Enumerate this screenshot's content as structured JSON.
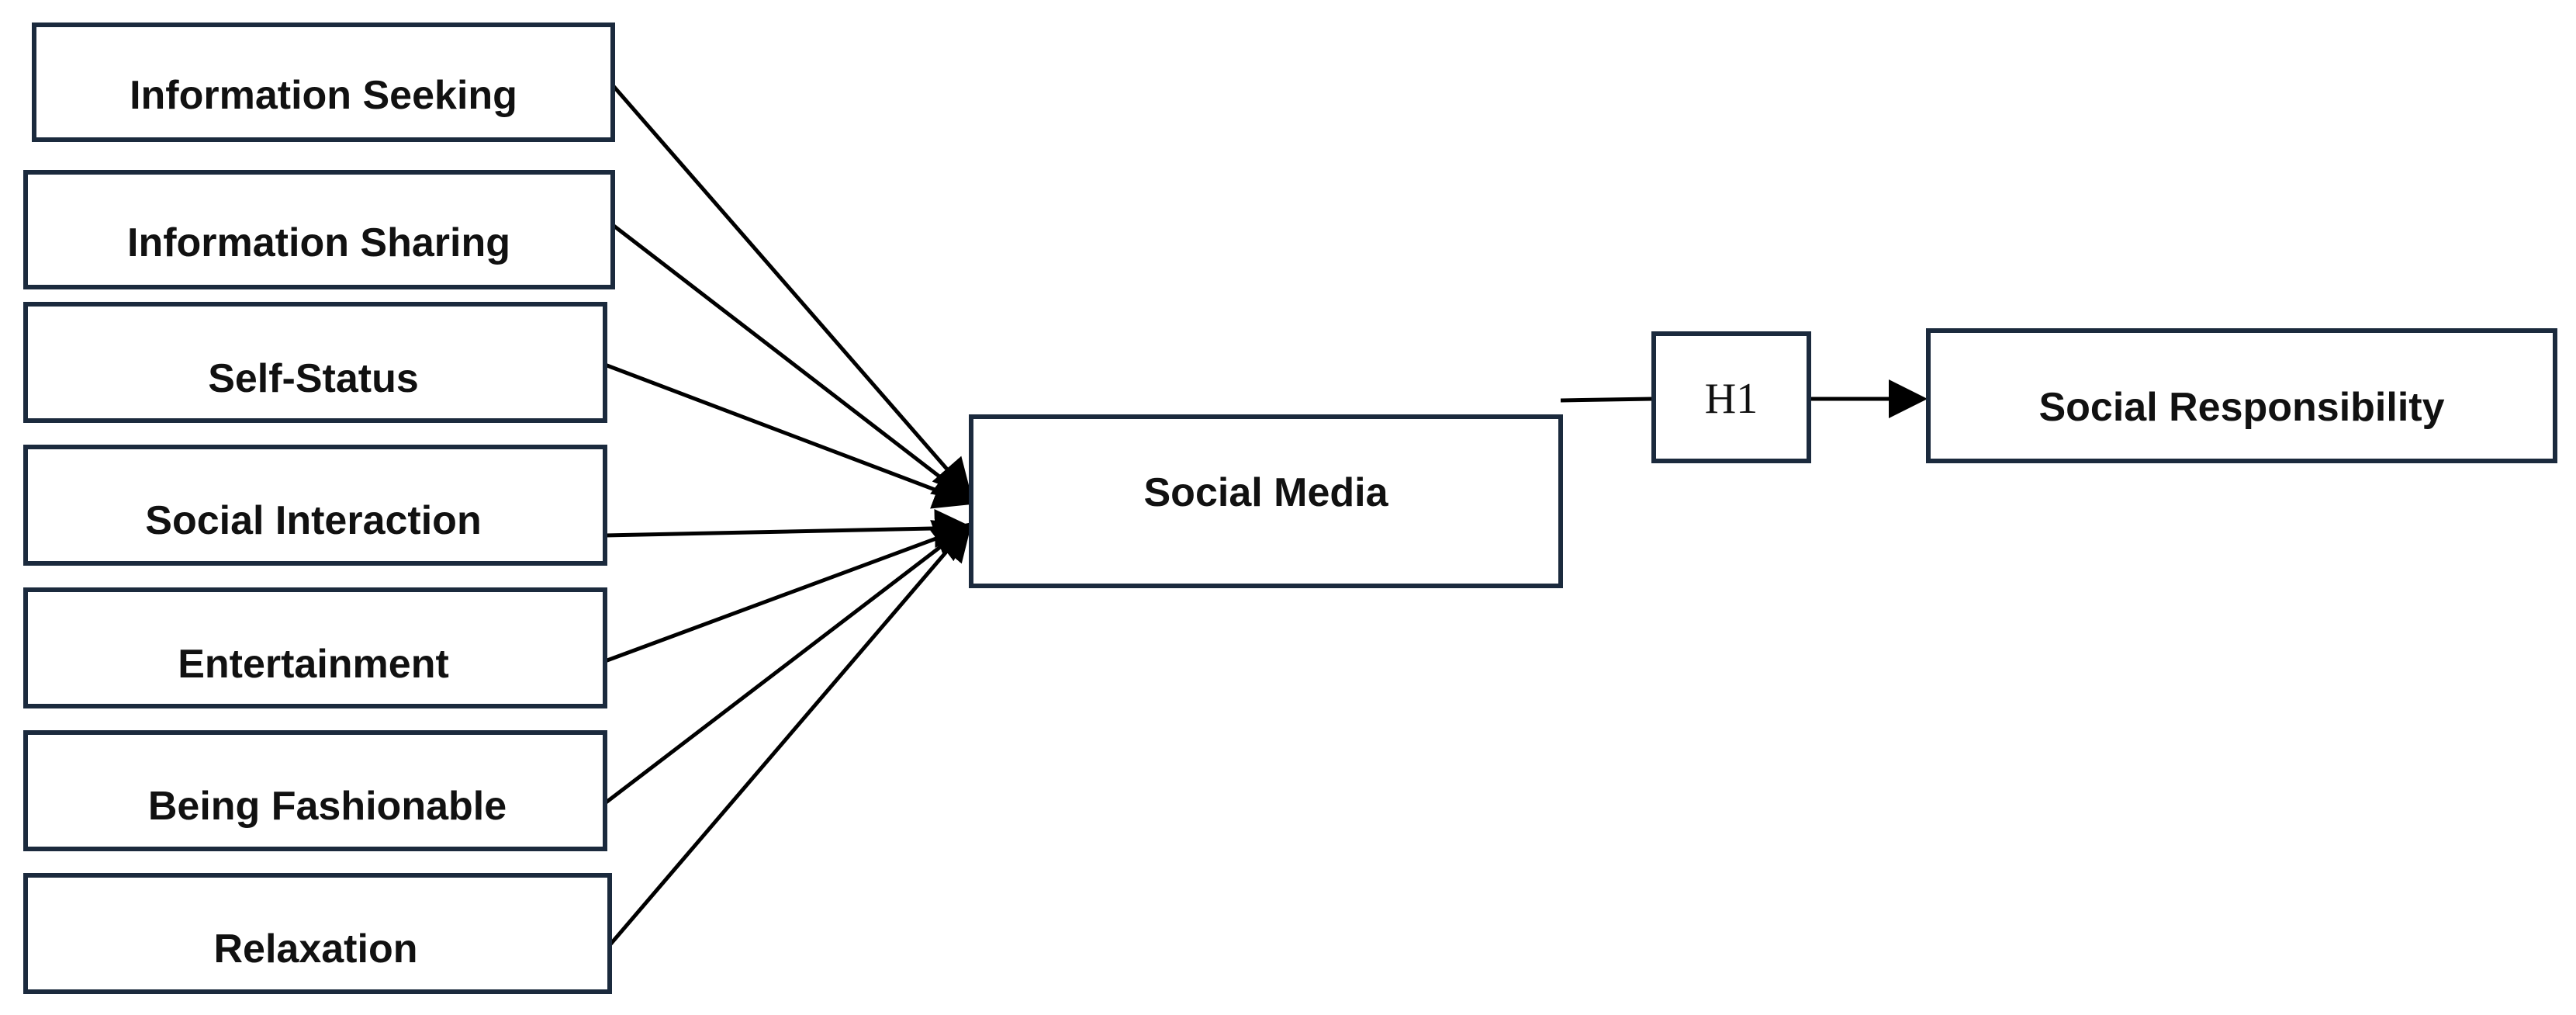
{
  "diagram": {
    "factors": [
      "Information Seeking",
      "Information Sharing",
      "Self-Status",
      "Social Interaction",
      "Entertainment",
      "Being Fashionable",
      "Relaxation"
    ],
    "center": "Social Media",
    "hypothesis": "H1",
    "outcome": "Social Responsibility"
  },
  "colors": {
    "box_border": "#1b2a3d",
    "line": "#000000",
    "text": "#111111"
  }
}
